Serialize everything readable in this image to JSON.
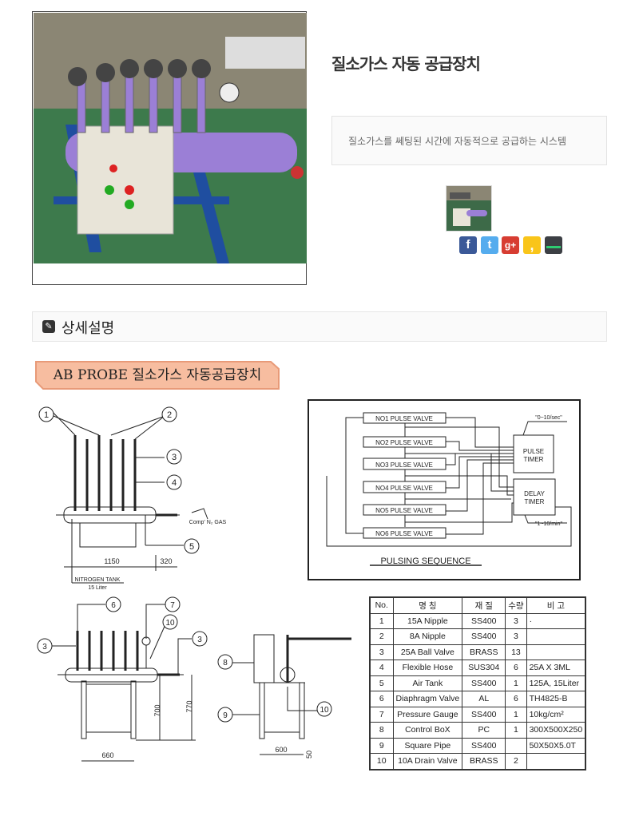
{
  "product": {
    "title": "질소가스 자동 공급장치",
    "description": "질소가스를 쎄팅된 시간에 자동적으로 공급하는 시스템"
  },
  "social": [
    {
      "name": "facebook",
      "glyph": "f",
      "color": "#3b5998"
    },
    {
      "name": "twitter",
      "glyph": "t",
      "color": "#55acee"
    },
    {
      "name": "google-plus",
      "glyph": "g+",
      "color": "#d73d32"
    },
    {
      "name": "kakaostory",
      "glyph": ",",
      "color": "#f9c51a"
    },
    {
      "name": "band",
      "glyph": "",
      "color": "#3c3f44"
    }
  ],
  "section": {
    "title": "상세설명"
  },
  "banner": {
    "title": "AB PROBE 질소가스 자동공급장치"
  },
  "front_drawing": {
    "callouts": [
      "1",
      "2",
      "3",
      "4",
      "5"
    ],
    "gas_label": "Comp' N₂ GAS",
    "dim_1": "1150",
    "dim_2": "320",
    "tank_label": "NITROGEN TANK",
    "tank_volume": "15 Liter"
  },
  "pulse_diagram": {
    "valves": [
      "NO1 PULSE VALVE",
      "NO2 PULSE VALVE",
      "NO3 PULSE VALVE",
      "NO4 PULSE VALVE",
      "NO5 PULSE VALVE",
      "NO6 PULSE VALVE"
    ],
    "pulse_timer": [
      "PULSE",
      "TIMER"
    ],
    "delay_timer": [
      "DELAY",
      "TIMER"
    ],
    "pulse_range": "\"0~10/sec\"",
    "delay_range": "\"1~10/min\"",
    "caption": "PULSING SEQUENCE"
  },
  "side_drawing": {
    "callouts": [
      "6",
      "7",
      "10",
      "3",
      "3",
      "8",
      "9",
      "10"
    ],
    "dim_height_1": "700",
    "dim_height_2": "770",
    "dim_width_1": "660",
    "dim_width_2": "600",
    "dim_foot": "50"
  },
  "parts_table": {
    "headers": [
      "No.",
      "명  칭",
      "재  질",
      "수량",
      "비  고"
    ],
    "rows": [
      [
        "1",
        "15A Nipple",
        "SS400",
        "3",
        "·"
      ],
      [
        "2",
        "8A Nipple",
        "SS400",
        "3",
        ""
      ],
      [
        "3",
        "25A Ball Valve",
        "BRASS",
        "13",
        ""
      ],
      [
        "4",
        "Flexible Hose",
        "SUS304",
        "6",
        "25A X 3ML"
      ],
      [
        "5",
        "Air Tank",
        "SS400",
        "1",
        "125A, 15Liter"
      ],
      [
        "6",
        "Diaphragm Valve",
        "AL",
        "6",
        "TH4825-B"
      ],
      [
        "7",
        "Pressure Gauge",
        "SS400",
        "1",
        "10kg/cm²"
      ],
      [
        "8",
        "Control BoX",
        "PC",
        "1",
        "300X500X250"
      ],
      [
        "9",
        "Square Pipe",
        "SS400",
        "",
        "50X50X5.0T"
      ],
      [
        "10",
        "10A Drain Valve",
        "BRASS",
        "2",
        ""
      ]
    ]
  }
}
